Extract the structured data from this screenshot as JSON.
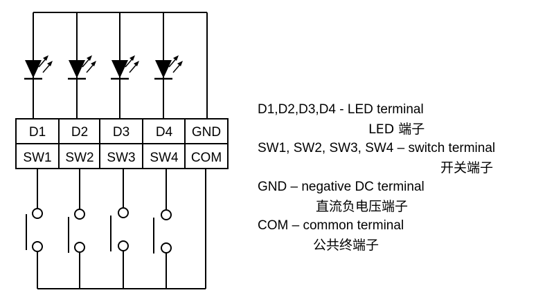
{
  "terminals": {
    "top": [
      "D1",
      "D2",
      "D3",
      "D4",
      "GND"
    ],
    "bottom": [
      "SW1",
      "SW2",
      "SW3",
      "SW4",
      "COM"
    ]
  },
  "legend": {
    "led_en": "D1,D2,D3,D4 - LED terminal",
    "led_zh": "LED 端子",
    "sw_en": "SW1, SW2, SW3, SW4 – switch terminal",
    "sw_zh": "开关端子",
    "gnd_en": "GND –  negative DC terminal",
    "gnd_zh": "直流负电压端子",
    "com_en": "COM – common terminal",
    "com_zh": "公共终端子"
  }
}
